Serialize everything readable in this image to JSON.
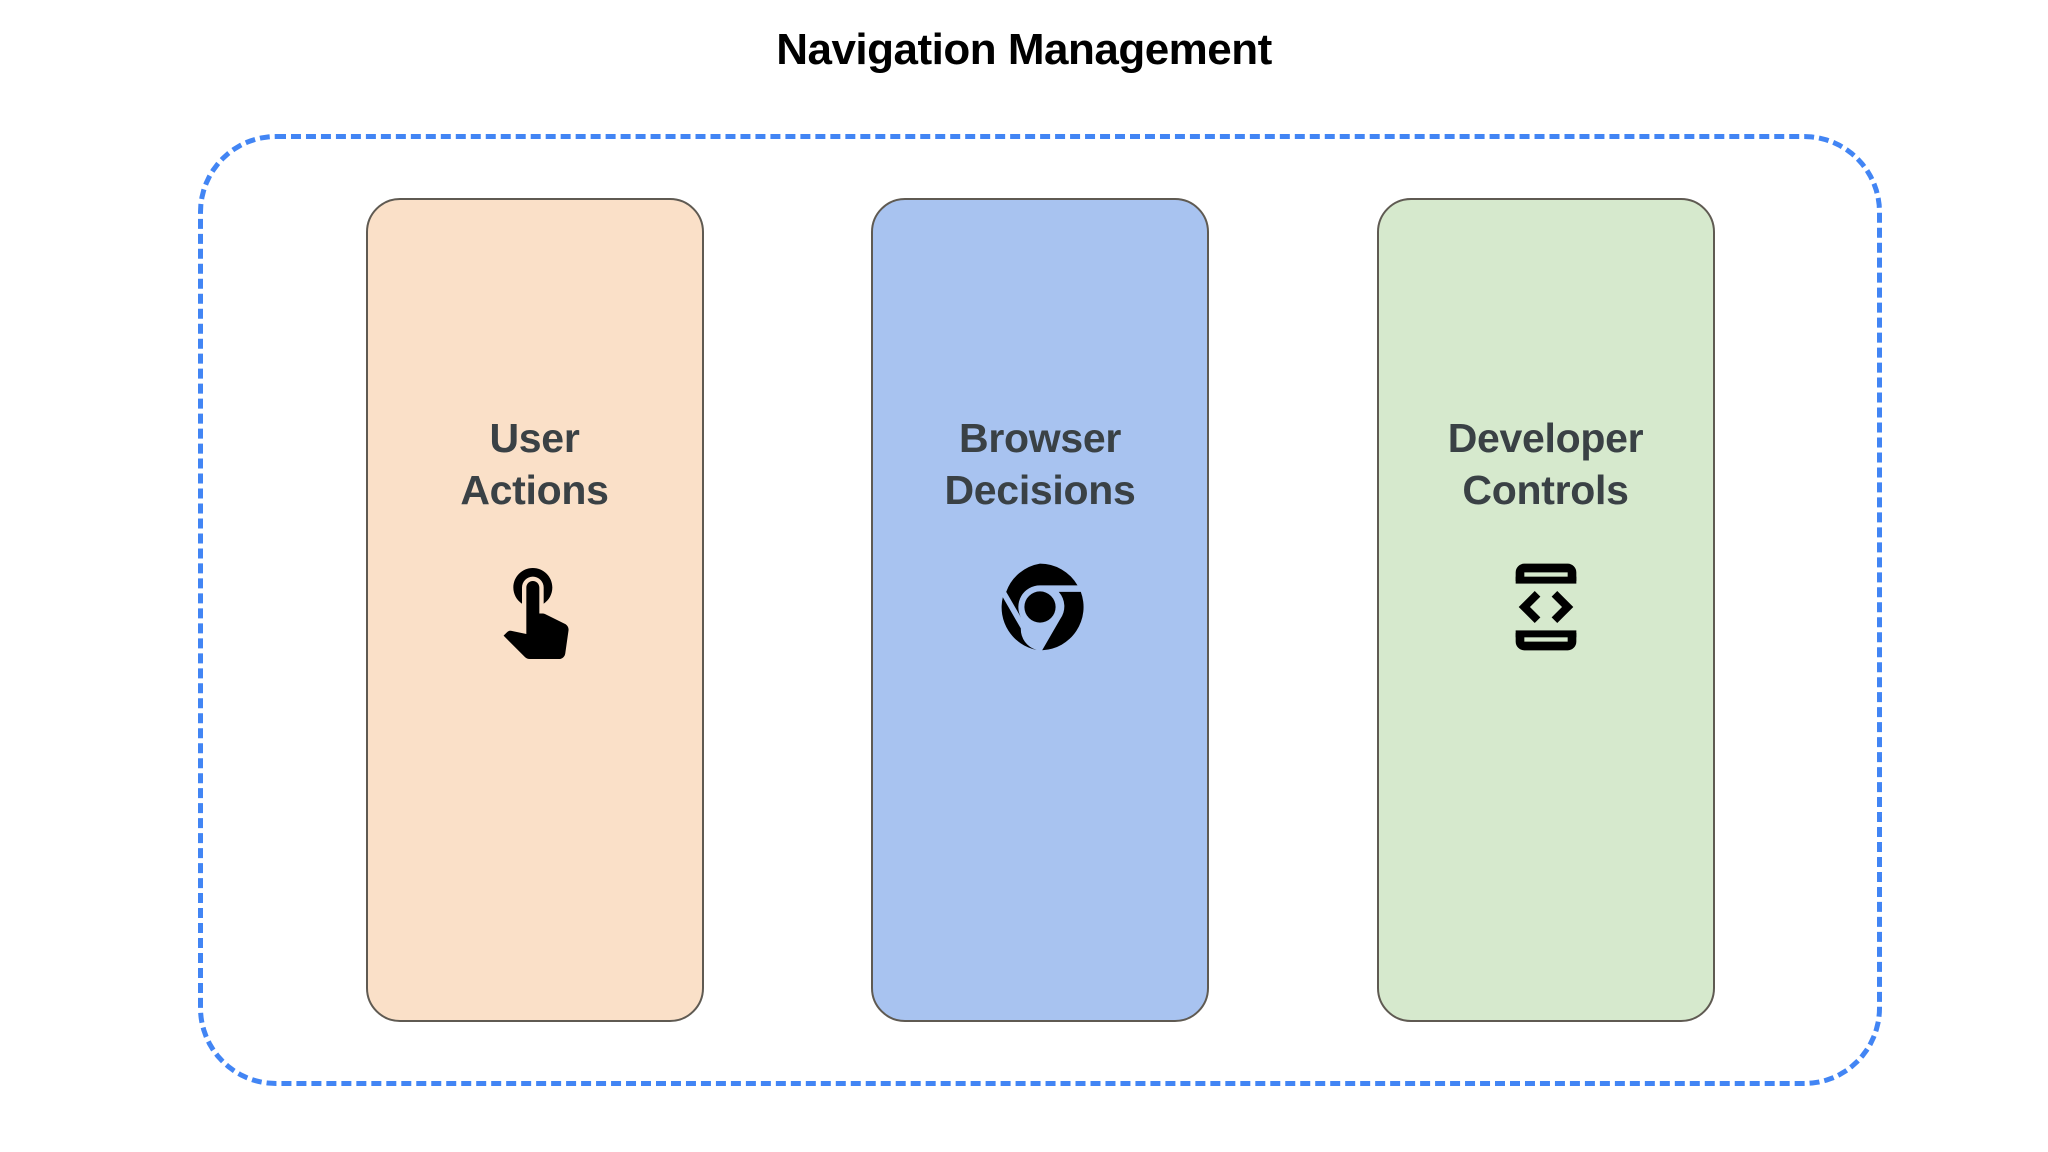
{
  "page": {
    "title": "Navigation Management",
    "background_color": "#FFFFFF",
    "title_color": "#000000"
  },
  "group_container": {
    "border_style": "dashed",
    "border_color": "#4285F4"
  },
  "cards": [
    {
      "id": "user-actions",
      "title": "User\nActions",
      "title_line1": "User",
      "title_line2": "Actions",
      "background_color": "#FAE0C8",
      "border_color": "#5F5A52",
      "text_color": "#3A4145",
      "icon_name": "tap-gesture-icon",
      "icon_color": "#000000"
    },
    {
      "id": "browser-decisions",
      "title": "Browser\nDecisions",
      "title_line1": "Browser",
      "title_line2": "Decisions",
      "background_color": "#A8C3F0",
      "border_color": "#5F5A52",
      "text_color": "#3A4145",
      "icon_name": "chrome-logo-icon",
      "icon_color": "#000000"
    },
    {
      "id": "developer-controls",
      "title": "Developer\nControls",
      "title_line1": "Developer",
      "title_line2": "Controls",
      "background_color": "#D6E9CD",
      "border_color": "#5F5A52",
      "text_color": "#3A4145",
      "icon_name": "developer-mode-icon",
      "icon_color": "#000000"
    }
  ]
}
